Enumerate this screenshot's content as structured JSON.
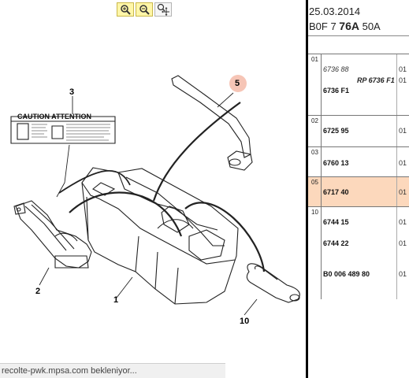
{
  "toolbar": {
    "zoom_in": "zoom-in",
    "zoom_out": "zoom-out",
    "pan": "pan"
  },
  "header": {
    "date": "25.03.2014",
    "ref_prefix": "B0F 7 ",
    "ref_bold": "76A",
    "ref_suffix": " 50A"
  },
  "callouts": {
    "c1": "1",
    "c2": "2",
    "c3": "3",
    "c5": "5",
    "c10": "10"
  },
  "label_text": {
    "caution": "CAUTION ATTENTION"
  },
  "parts": [
    {
      "index": "01",
      "lines": [
        {
          "text": "6736 88",
          "qty": "01",
          "italic": true
        },
        {
          "text": "RP 6736 F1",
          "qty": "01",
          "rp": true
        },
        {
          "text": "6736 F1",
          "qty": ""
        }
      ]
    },
    {
      "index": "02",
      "lines": [
        {
          "text": "6725 95",
          "qty": "01"
        }
      ]
    },
    {
      "index": "03",
      "lines": [
        {
          "text": "6760 13",
          "qty": "01"
        }
      ]
    },
    {
      "index": "05",
      "lines": [
        {
          "text": "6717 40",
          "qty": "01"
        }
      ]
    },
    {
      "index": "10",
      "lines": [
        {
          "text": "6744 15",
          "qty": "01"
        },
        {
          "text": "6744 22",
          "qty": "01"
        },
        {
          "text": "B0 006 489 80",
          "qty": "01"
        }
      ]
    }
  ],
  "status": "recolte-pwk.mpsa.com bekleniyor..."
}
